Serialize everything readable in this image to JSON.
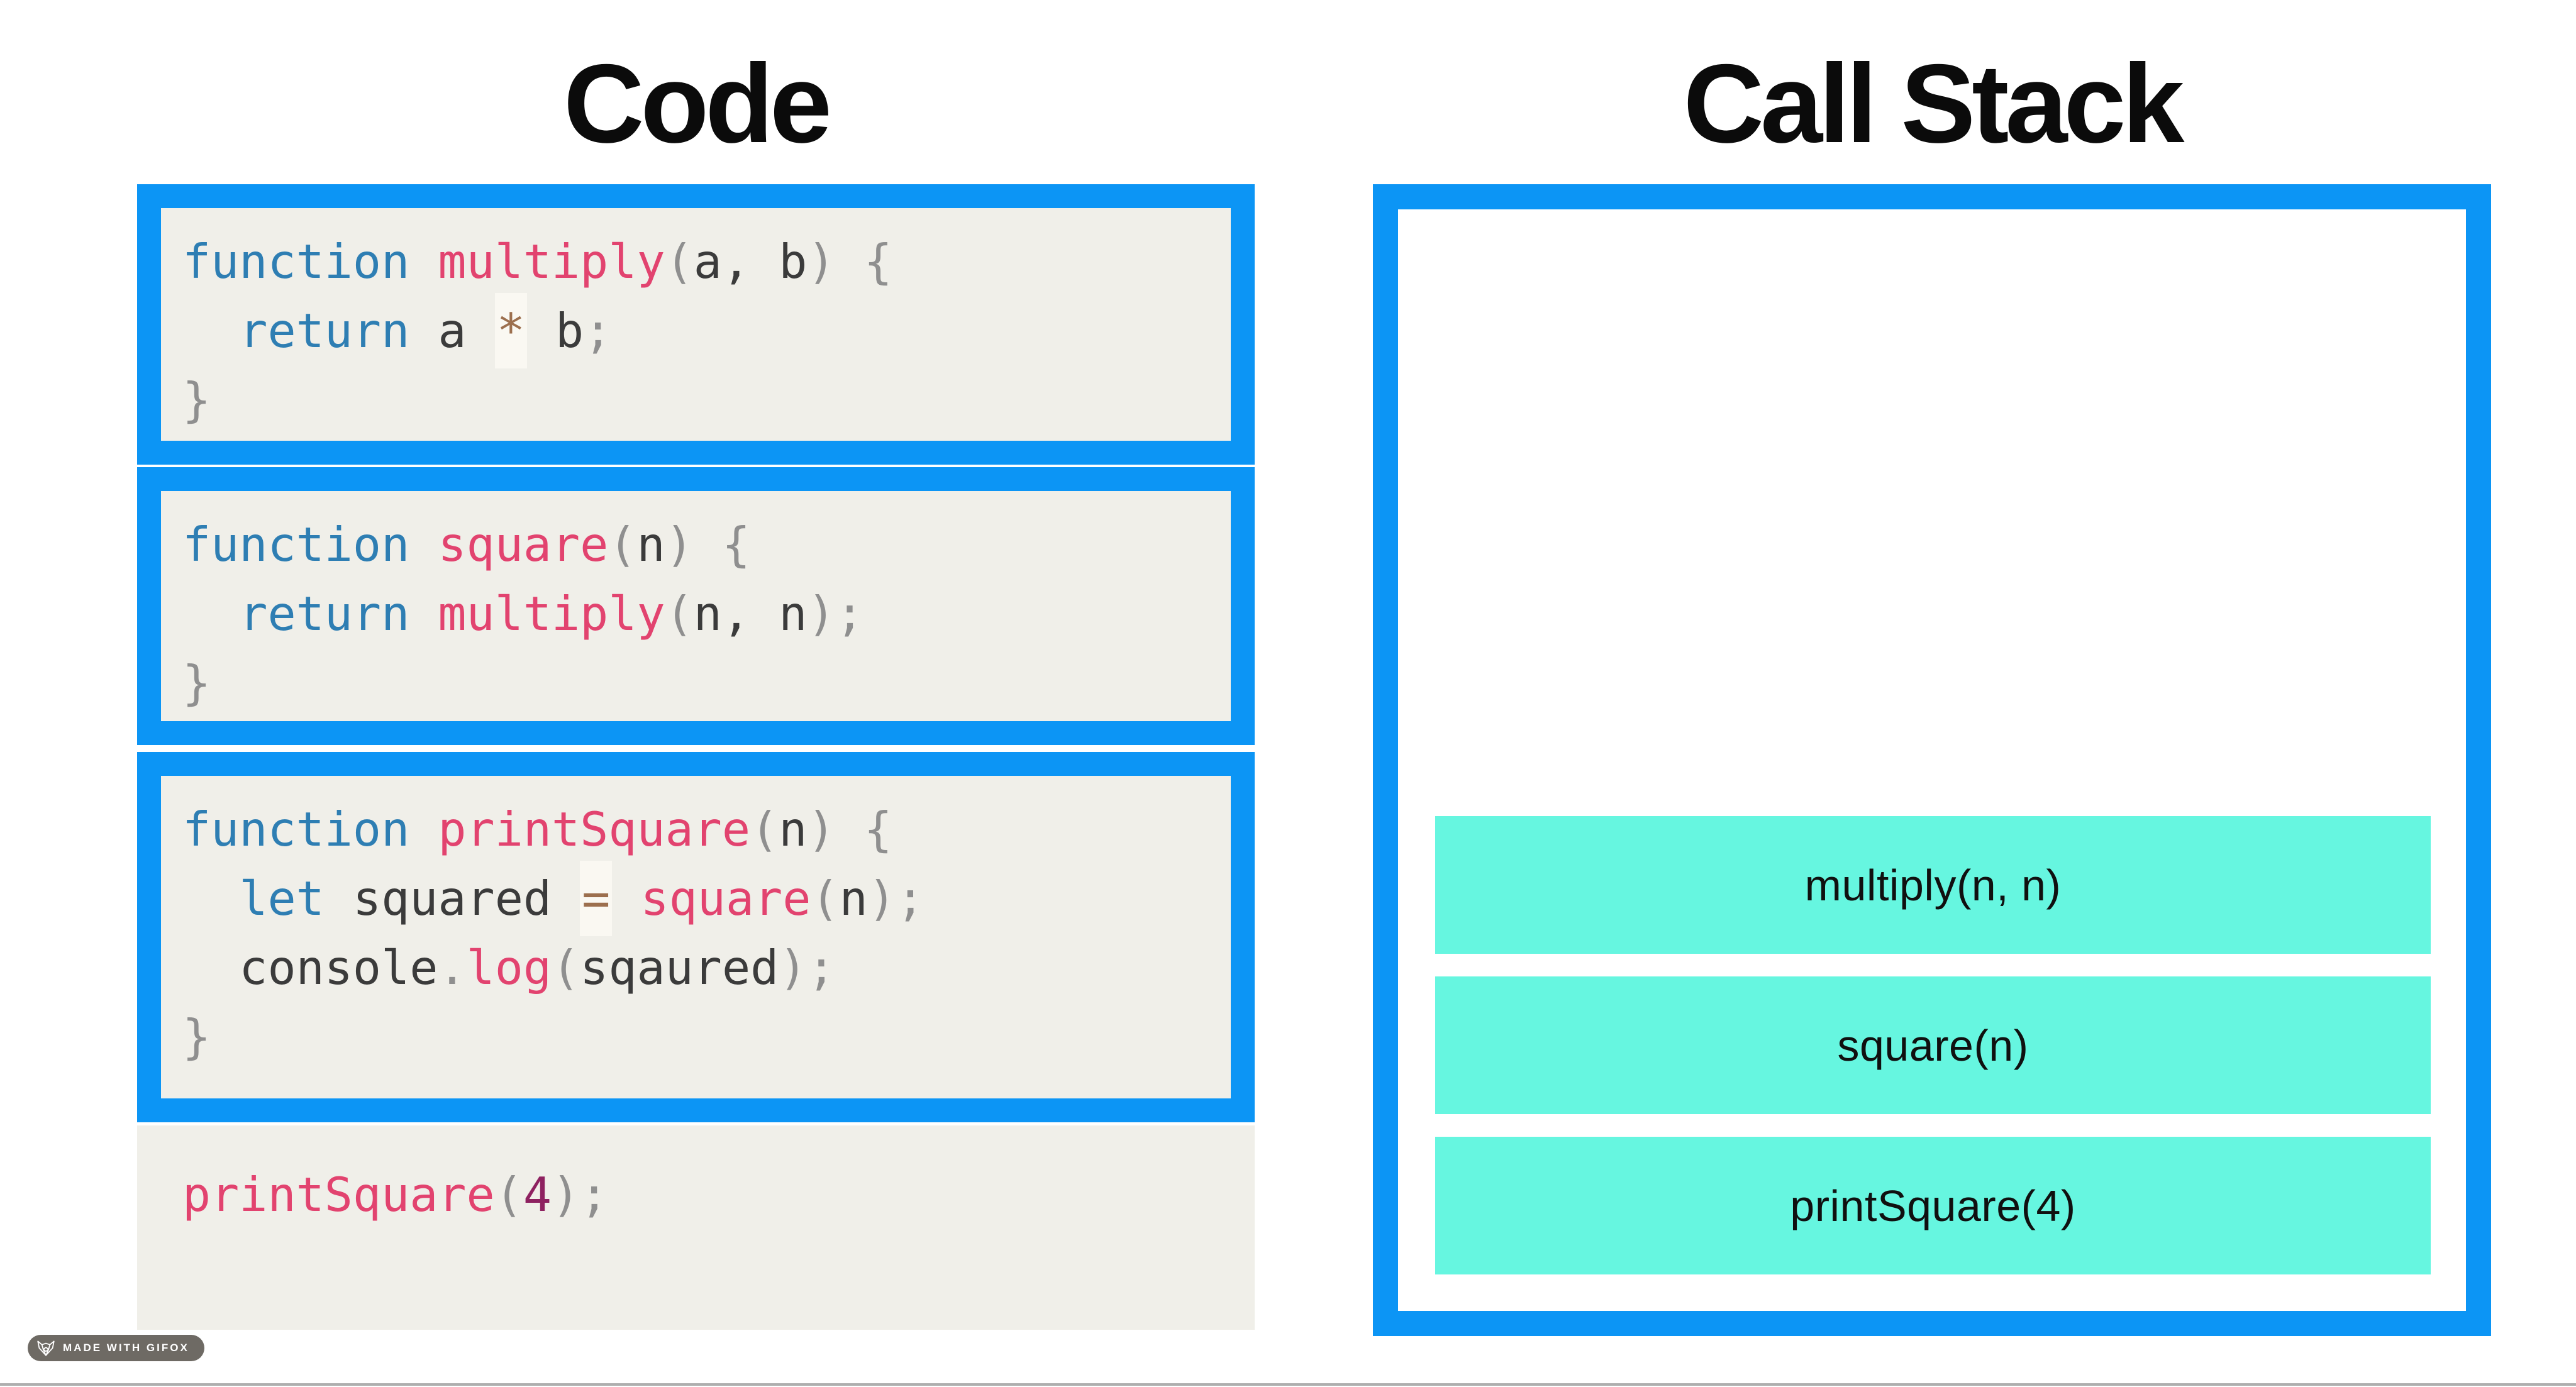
{
  "titles": {
    "left": "Code",
    "right": "Call Stack"
  },
  "colors": {
    "accent-blue": "#0c95f5",
    "code-bg": "#f0efe9",
    "stack-frame": "#66f6e0",
    "kw": "#2e7eb3",
    "fn": "#e2436f",
    "pl": "#3b3b3b",
    "pu": "#8f8f8f",
    "op": "#9c6f4e",
    "op-bg": "#faf8f2",
    "num": "#8e2160",
    "badge-bg": "#6e6a64",
    "badge-text": "#ffffff",
    "title": "#0b0b0b",
    "frame-text": "#101010",
    "bottom-rule": "#aeaeae"
  },
  "code": {
    "blocks": [
      {
        "name": "multiply-function",
        "lines": [
          {
            "tokens": [
              {
                "t": "function ",
                "c": "kw"
              },
              {
                "t": "multiply",
                "c": "fn"
              },
              {
                "t": "(",
                "c": "pu"
              },
              {
                "t": "a, b",
                "c": "pl"
              },
              {
                "t": ") {",
                "c": "pu"
              }
            ]
          },
          {
            "tokens": [
              {
                "t": "  ",
                "c": "pl"
              },
              {
                "t": "return ",
                "c": "kw"
              },
              {
                "t": "a ",
                "c": "pl"
              },
              {
                "t": "*",
                "c": "op"
              },
              {
                "t": " b",
                "c": "pl"
              },
              {
                "t": ";",
                "c": "pu"
              }
            ]
          },
          {
            "tokens": [
              {
                "t": "}",
                "c": "pu"
              }
            ]
          }
        ]
      },
      {
        "name": "square-function",
        "lines": [
          {
            "tokens": [
              {
                "t": "function ",
                "c": "kw"
              },
              {
                "t": "square",
                "c": "fn"
              },
              {
                "t": "(",
                "c": "pu"
              },
              {
                "t": "n",
                "c": "pl"
              },
              {
                "t": ") {",
                "c": "pu"
              }
            ]
          },
          {
            "tokens": [
              {
                "t": "  ",
                "c": "pl"
              },
              {
                "t": "return ",
                "c": "kw"
              },
              {
                "t": "multiply",
                "c": "fn"
              },
              {
                "t": "(",
                "c": "pu"
              },
              {
                "t": "n, n",
                "c": "pl"
              },
              {
                "t": ");",
                "c": "pu"
              }
            ]
          },
          {
            "tokens": [
              {
                "t": "}",
                "c": "pu"
              }
            ]
          }
        ]
      },
      {
        "name": "printSquare-function",
        "lines": [
          {
            "tokens": [
              {
                "t": "function ",
                "c": "kw"
              },
              {
                "t": "printSquare",
                "c": "fn"
              },
              {
                "t": "(",
                "c": "pu"
              },
              {
                "t": "n",
                "c": "pl"
              },
              {
                "t": ") {",
                "c": "pu"
              }
            ]
          },
          {
            "tokens": [
              {
                "t": "  ",
                "c": "pl"
              },
              {
                "t": "let ",
                "c": "kw"
              },
              {
                "t": "squared ",
                "c": "pl"
              },
              {
                "t": "=",
                "c": "op"
              },
              {
                "t": " ",
                "c": "pl"
              },
              {
                "t": "square",
                "c": "fn"
              },
              {
                "t": "(",
                "c": "pu"
              },
              {
                "t": "n",
                "c": "pl"
              },
              {
                "t": ");",
                "c": "pu"
              }
            ]
          },
          {
            "tokens": [
              {
                "t": "  console",
                "c": "pl"
              },
              {
                "t": ".",
                "c": "pu"
              },
              {
                "t": "log",
                "c": "fn"
              },
              {
                "t": "(",
                "c": "pu"
              },
              {
                "t": "sqaured",
                "c": "pl"
              },
              {
                "t": ");",
                "c": "pu"
              }
            ]
          },
          {
            "tokens": [
              {
                "t": "}",
                "c": "pu"
              }
            ]
          }
        ]
      },
      {
        "name": "top-level-call",
        "lines": [
          {
            "tokens": [
              {
                "t": "printSquare",
                "c": "fn"
              },
              {
                "t": "(",
                "c": "pu"
              },
              {
                "t": "4",
                "c": "num"
              },
              {
                "t": ");",
                "c": "pu"
              }
            ]
          }
        ]
      }
    ]
  },
  "stack": {
    "frames": [
      {
        "label": "multiply(n, n)"
      },
      {
        "label": "square(n)"
      },
      {
        "label": "printSquare(4)"
      }
    ]
  },
  "badge": {
    "label": "MADE WITH GIFOX",
    "icon": "gifox-fox-logo"
  }
}
